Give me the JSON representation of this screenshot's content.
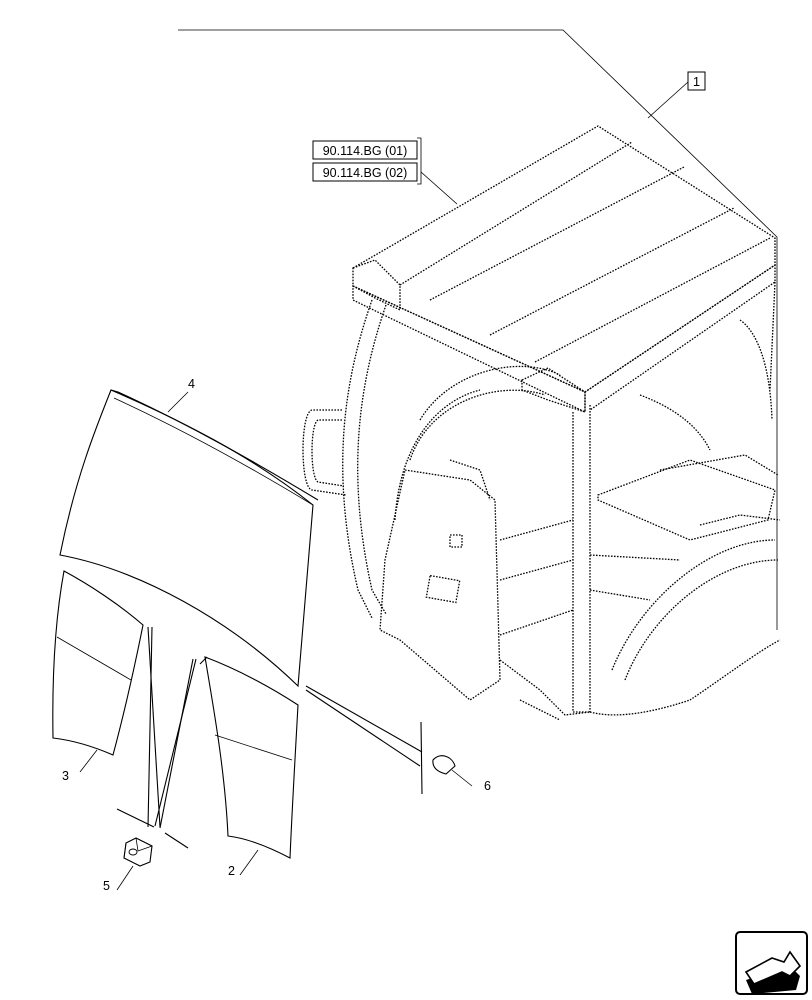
{
  "diagram": {
    "callouts": {
      "item_1": "1",
      "ref_01": "90.114.BG (01)",
      "ref_02": "90.114.BG (02)",
      "item_2": "2",
      "item_3": "3",
      "item_4": "4",
      "item_5": "5",
      "item_6": "6"
    },
    "icons": {
      "nav": "next-page-arrow-icon"
    }
  }
}
